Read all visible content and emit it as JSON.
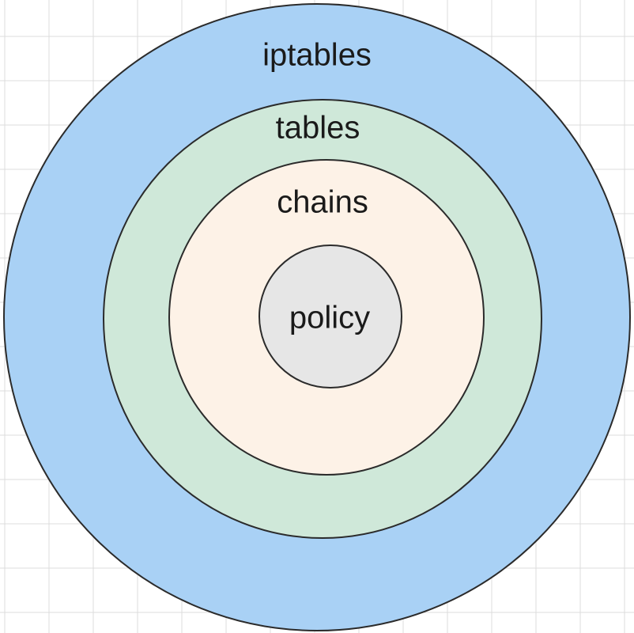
{
  "diagram": {
    "labels": {
      "outer": "iptables",
      "second": "tables",
      "third": "chains",
      "center": "policy"
    },
    "colors": {
      "outer_fill": "#a9d1f5",
      "second_fill": "#cfe8d9",
      "third_fill": "#fdf2e7",
      "center_fill": "#e6e6e6",
      "stroke": "#2b2b2b",
      "grid_line": "#dcdcdc"
    }
  }
}
